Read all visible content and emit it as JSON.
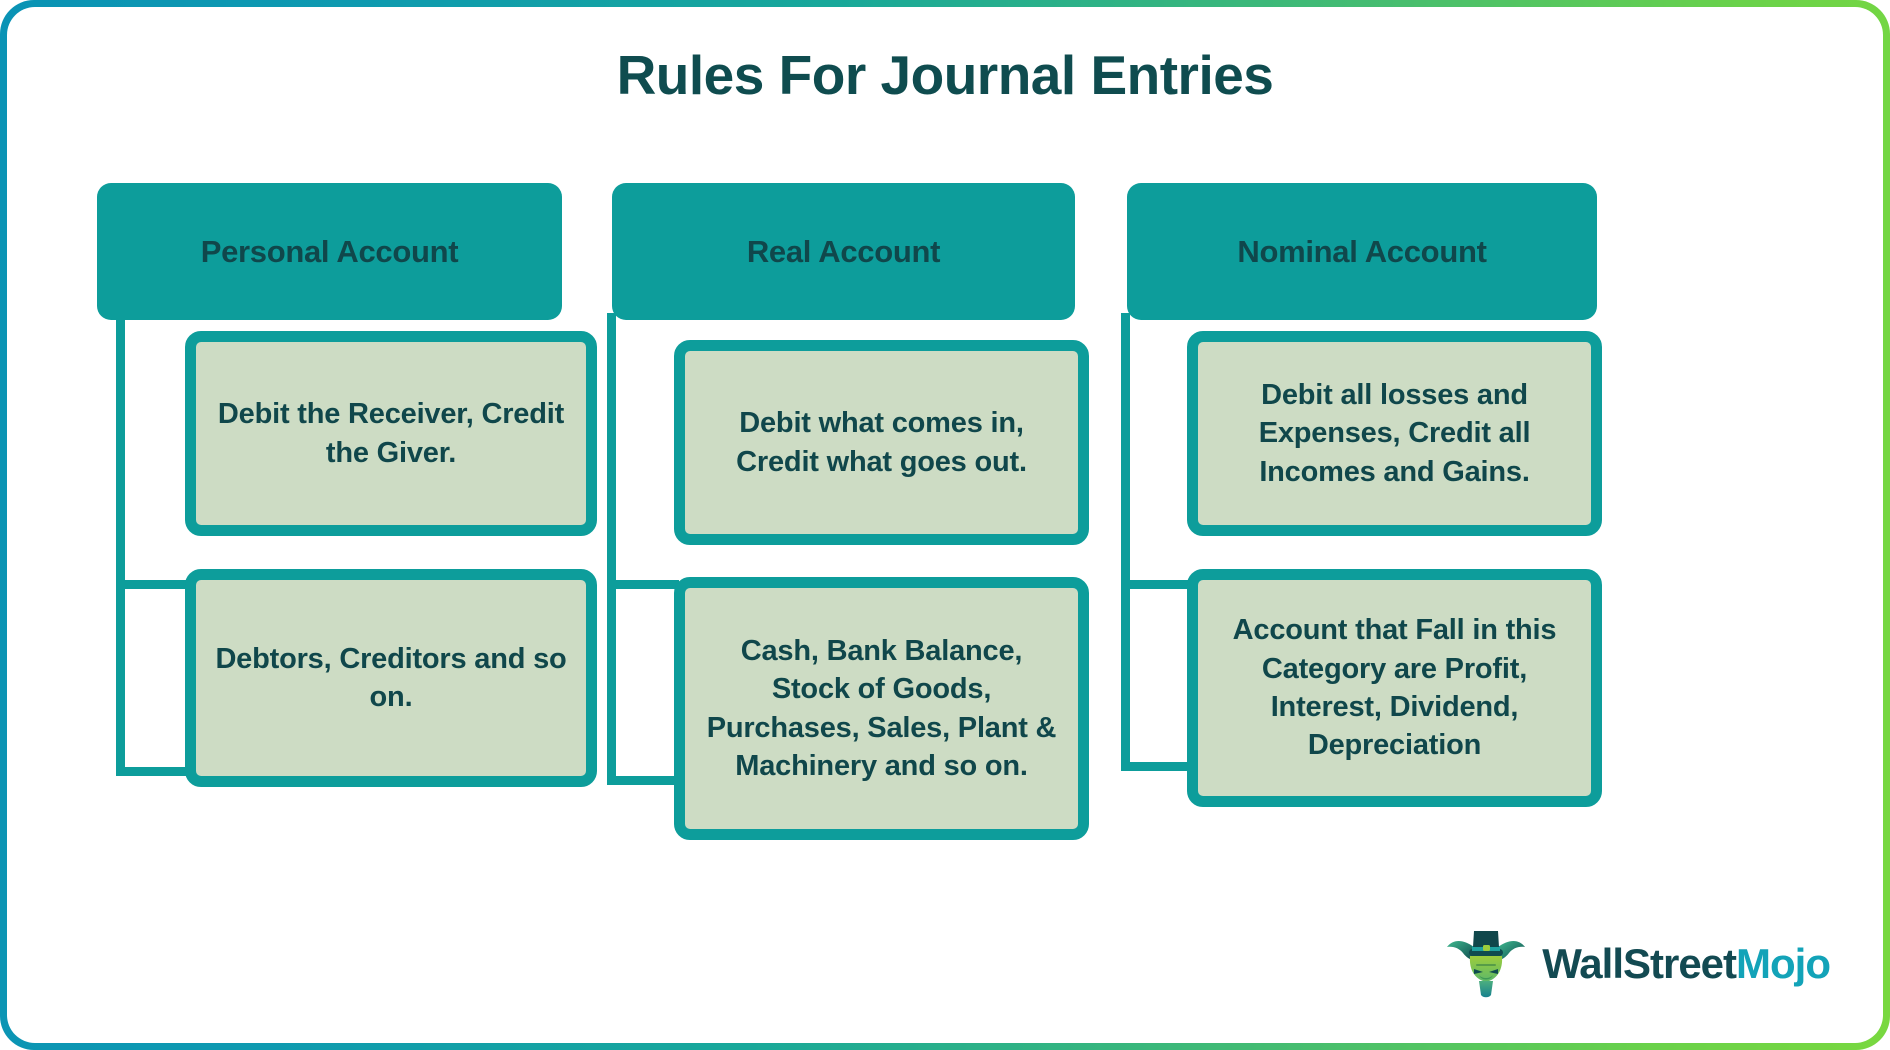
{
  "page": {
    "title": "Rules For Journal Entries",
    "frame_gradient_start": "#0a93b5",
    "frame_gradient_end": "#79d840",
    "background": "#ffffff"
  },
  "theme": {
    "teal": "#0d9d9b",
    "dark_teal_text": "#10474b",
    "title_color": "#0f4c4f",
    "sage_fill": "#cddcc4"
  },
  "columns": [
    {
      "header": "Personal Account",
      "boxes": [
        {
          "text": "Debit the Receiver, Credit the Giver."
        },
        {
          "text": "Debtors, Creditors and so on."
        }
      ]
    },
    {
      "header": "Real Account",
      "boxes": [
        {
          "text": "Debit what comes in, Credit what goes out."
        },
        {
          "text": "Cash, Bank Balance, Stock of Goods, Purchases, Sales, Plant & Machinery and so on."
        }
      ]
    },
    {
      "header": "Nominal Account",
      "boxes": [
        {
          "text": "Debit all losses and Expenses, Credit all Incomes and Gains."
        },
        {
          "text": "Account that Fall in this Category are Profit, Interest, Dividend, Depreciation"
        }
      ]
    }
  ],
  "logo": {
    "name_primary": "WallStreet",
    "name_secondary": "Mojo",
    "mark": "bull-mascot-with-top-hat-icon",
    "primary_color": "#134a52",
    "secondary_color": "#13a3b8"
  }
}
